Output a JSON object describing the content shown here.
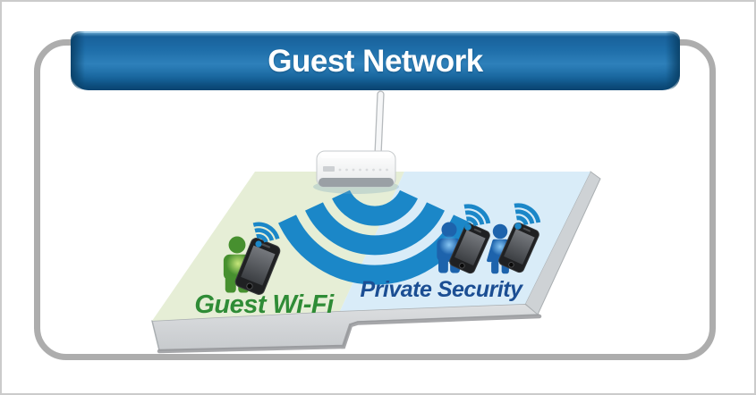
{
  "banner": {
    "title": "Guest Network"
  },
  "zones": {
    "guest": {
      "label": "Guest Wi-Fi",
      "surface_color": "#e6eed6",
      "label_color": "#2f8c36"
    },
    "private": {
      "label": "Private Security",
      "surface_color": "#d9ecf8",
      "label_color": "#1b4e93"
    }
  },
  "icons": {
    "router": "wireless-router-icon",
    "antenna": "router-antenna",
    "wifi_broadcast": "wifi-broadcast-arcs-icon",
    "wifi_small": "wifi-signal-icon",
    "guest_person": "person-silhouette-icon",
    "private_person_male": "person-silhouette-icon",
    "private_person_female": "person-silhouette-icon",
    "smartphone": "smartphone-icon"
  },
  "colors": {
    "wifi_blue": "#1b87c8",
    "banner_blue": "#1e6ea9",
    "frame_gray": "#adadad",
    "guest_green": "#47902f",
    "private_blue": "#1d63ac",
    "platform_side_gray": "#d3d6d9"
  }
}
